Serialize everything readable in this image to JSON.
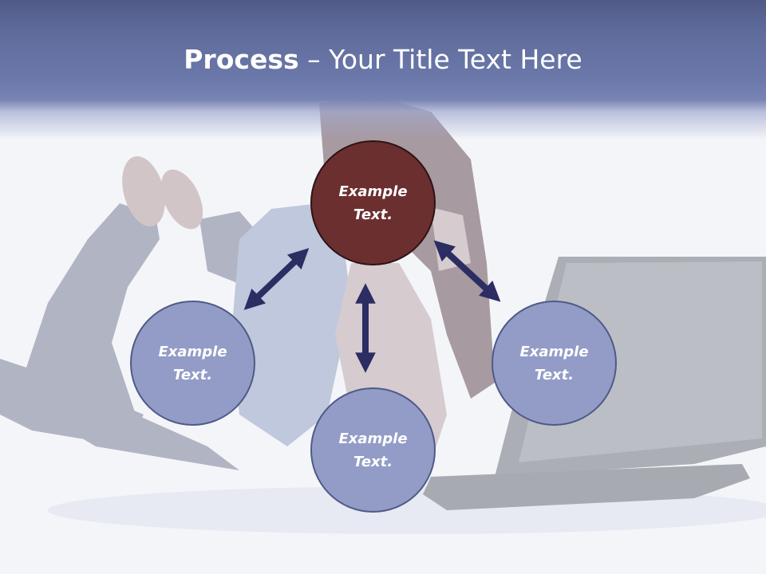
{
  "slide": {
    "title_bold": "Process",
    "title_rest": " – Your Title Text Here"
  },
  "diagram": {
    "nodes": [
      {
        "id": "center-top",
        "line1": "Example",
        "line2": "Text."
      },
      {
        "id": "left",
        "line1": "Example",
        "line2": "Text."
      },
      {
        "id": "bottom",
        "line1": "Example",
        "line2": "Text."
      },
      {
        "id": "right",
        "line1": "Example",
        "line2": "Text."
      }
    ]
  },
  "colors": {
    "header": "#5f6c9b",
    "node_fill": "#929cc6",
    "node_border": "#4f5a86",
    "center_fill": "#6b2f2f",
    "arrow": "#2b2d63"
  }
}
